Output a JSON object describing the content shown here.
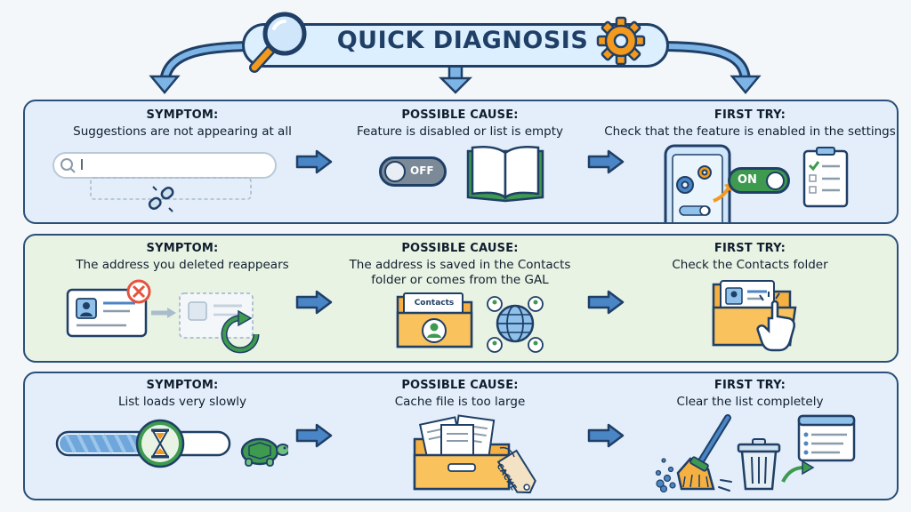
{
  "title": "QUICK DIAGNOSIS",
  "rows": [
    {
      "symptom": {
        "label": "SYMPTOM:",
        "text": "Suggestions are not appearing at all"
      },
      "cause": {
        "label": "POSSIBLE CAUSE:",
        "text": "Feature is disabled or list is empty",
        "toggle": "OFF"
      },
      "fix": {
        "label": "FIRST TRY:",
        "text": "Check that the feature is enabled in the settings",
        "toggle": "ON"
      }
    },
    {
      "symptom": {
        "label": "SYMPTOM:",
        "text": "The address you deleted reappears"
      },
      "cause": {
        "label": "POSSIBLE CAUSE:",
        "text_line1": "The address is saved in the Contacts",
        "text_line2": "folder or comes from the GAL",
        "folder_tab": "Contacts"
      },
      "fix": {
        "label": "FIRST TRY:",
        "text": "Check the Contacts folder"
      }
    },
    {
      "symptom": {
        "label": "SYMPTOM:",
        "text": "List loads very slowly"
      },
      "cause": {
        "label": "POSSIBLE CAUSE:",
        "text": "Cache file is too large",
        "tag": "CACHE"
      },
      "fix": {
        "label": "FIRST TRY:",
        "text": "Clear the list completely"
      }
    }
  ],
  "colors": {
    "navy": "#1f3f66",
    "accent": "#f39a1e",
    "blue": "#4a86c5",
    "green": "#3d9a4f",
    "red": "#e5533d"
  }
}
